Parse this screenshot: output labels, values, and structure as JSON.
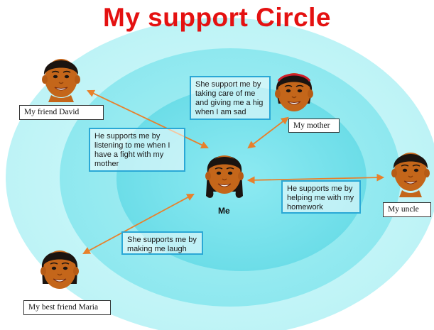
{
  "title": "My support Circle",
  "center": {
    "label": "Me"
  },
  "people": {
    "david": {
      "name": "My friend  David",
      "note": "He supports me by\nlistening to me when I\nhave a fight with my\nmother"
    },
    "mother": {
      "name": "My mother",
      "note": "She support me by\ntaking care of me\nand giving  me a hig\nwhen I am sad"
    },
    "uncle": {
      "name": "My uncle",
      "note": "He supports me by\nhelping me with my\nhomework"
    },
    "maria": {
      "name": "My best friend  Maria",
      "note": "She supports me by\nmaking me laugh"
    }
  },
  "colors": {
    "title": "#e41111",
    "circle_outer": "#c6f6f8",
    "circle_middle": "#9aebf1",
    "circle_inner": "#7fe3ec",
    "note_border": "#2aa8d6",
    "arrow": "#e8802b",
    "skin": "#c4661a",
    "hair": "#1b1410"
  }
}
